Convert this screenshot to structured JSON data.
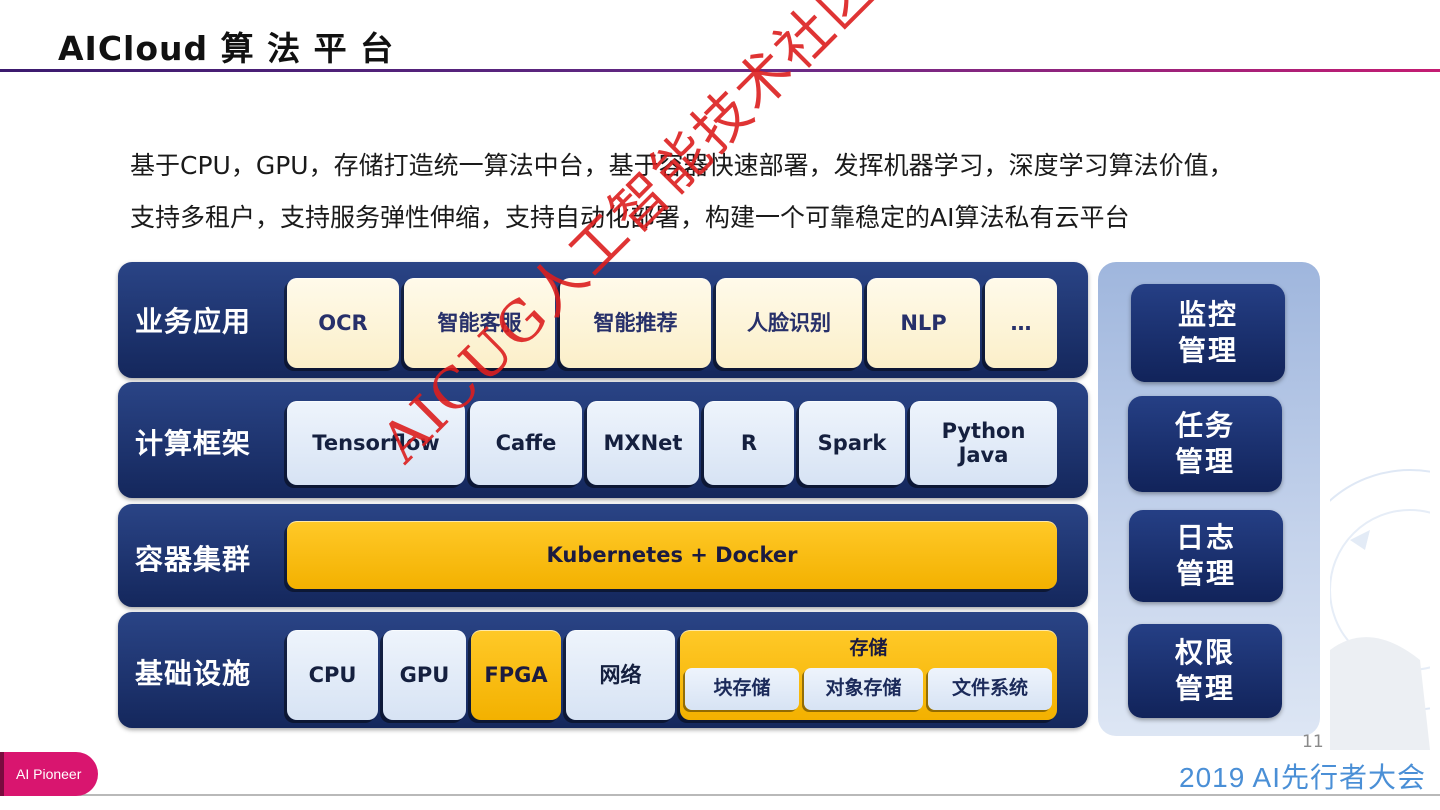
{
  "title": "AICloud 算 法 平 台",
  "description": {
    "line1": "基于CPU，GPU，存储打造统一算法中台，基于容器快速部署，发挥机器学习，深度学习算法价值，",
    "line2": "支持多租户，支持服务弹性伸缩，支持自动化部署，构建一个可靠稳定的AI算法私有云平台"
  },
  "layers": {
    "business": {
      "label": "业务应用",
      "items": [
        "OCR",
        "智能客服",
        "智能推荐",
        "人脸识别",
        "NLP",
        "…"
      ]
    },
    "framework": {
      "label": "计算框架",
      "items": [
        "Tensorflow",
        "Caffe",
        "MXNet",
        "R",
        "Spark",
        "Python\nJava"
      ]
    },
    "container": {
      "label": "容器集群",
      "items": [
        "Kubernetes + Docker"
      ]
    },
    "infra": {
      "label": "基础设施",
      "items": [
        "CPU",
        "GPU",
        "FPGA",
        "网络"
      ],
      "storage": {
        "label": "存储",
        "items": [
          "块存储",
          "对象存储",
          "文件系统"
        ]
      }
    }
  },
  "management": [
    {
      "line1": "监控",
      "line2": "管理"
    },
    {
      "line1": "任务",
      "line2": "管理"
    },
    {
      "line1": "日志",
      "line2": "管理"
    },
    {
      "line1": "权限",
      "line2": "管理"
    }
  ],
  "watermark": "AICUG人工智能技术社区 www.aicug.cn",
  "page_number": "11",
  "footer": {
    "badge": "AI Pioneer",
    "conference": "2019 AI先行者大会"
  },
  "colors": {
    "layer_bg": "#1a2f6b",
    "cream_box": "#fcf1cf",
    "light_blue_box": "#dde7f6",
    "gold_box": "#fbbd0e",
    "title_rule": "#6a2a86",
    "watermark": "#dc1e1e",
    "badge": "#d9156f"
  }
}
